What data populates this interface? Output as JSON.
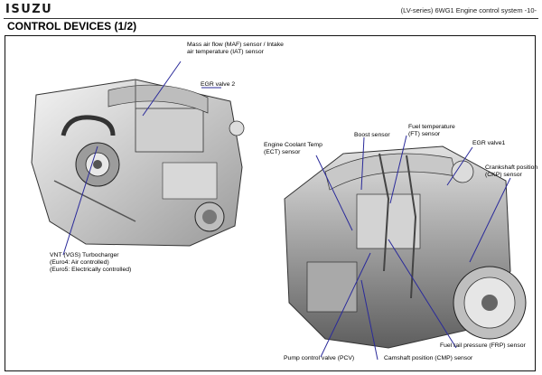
{
  "header": {
    "logo": "ISUZU",
    "page_info": "(LV-series) 6WG1 Engine control system  -10-"
  },
  "section_title": "CONTROL DEVICES (1/2)",
  "labels": {
    "maf_line1": "Mass air flow (MAF) sensor / Intake",
    "maf_line2": "air temperature (IAT) sensor",
    "egr2": "EGR valve 2",
    "ect_line1": "Engine Coolant Temp",
    "ect_line2": "(ECT) sensor",
    "boost": "Boost sensor",
    "ft_line1": "Fuel temperature",
    "ft_line2": "(FT) sensor",
    "egr1": "EGR valve1",
    "ckp_line1": "Crankshaft position",
    "ckp_line2": "(CKP) sensor",
    "vnt_line1": "VNT (VGS) Turbocharger",
    "vnt_line2": "(Euro4: Air controlled)",
    "vnt_line3": "(Euro5: Electrically controlled)",
    "frp": "Fuel rail pressure (FRP) sensor",
    "pcv": "Pump control valve (PCV)",
    "cmp": "Camshaft position (CMP) sensor"
  }
}
